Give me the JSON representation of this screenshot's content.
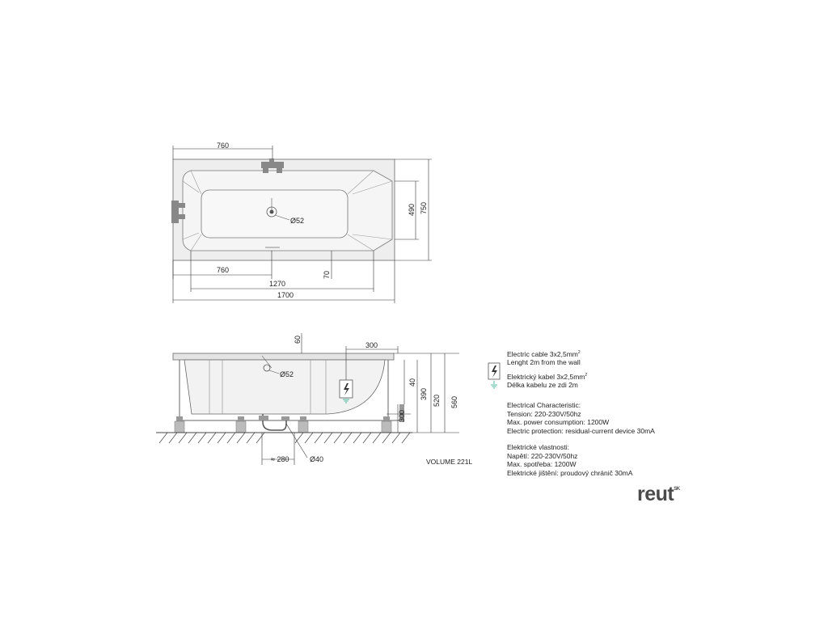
{
  "top_view": {
    "dim_760_top": "760",
    "dim_490": "490",
    "dim_750": "750",
    "drain_diameter": "Ø52",
    "dim_760_bottom": "760",
    "dim_70": "70",
    "dim_1270": "1270",
    "dim_1700": "1700"
  },
  "side_view": {
    "dim_60": "60",
    "dim_300_top": "300",
    "dim_40": "40",
    "dim_390": "390",
    "dim_520": "520",
    "dim_560": "560",
    "dim_300_side": "300",
    "drain_diameter": "Ø52",
    "dim_280": "≈ 280",
    "dim_40_pipe": "Ø40"
  },
  "model_name": "VOLUME 221L",
  "electric_cable": {
    "line1": "Electric cable 3x2,5mm",
    "line1_sup": "2",
    "line2": "Lenght 2m from the wall",
    "line3": "Elektrický kabel 3x2,5mm",
    "line3_sup": "2",
    "line4": "Délka kabelu ze zdi 2m"
  },
  "characteristics_en": {
    "heading": "Electrical Characteristic:",
    "tension": "Tension: 220-230V/50hz",
    "power": "Max. power consumption: 1200W",
    "protection": "Electric protection: residual-current device 30mA"
  },
  "characteristics_cz": {
    "heading": "Elektrické vlastnosti:",
    "tension": "Napětí: 220-230V/50hz",
    "power": "Max. spotřeba: 1200W",
    "protection": "Elektrické jištění: proudový chránič 30mA"
  },
  "logo": {
    "text": "reut",
    "sup": "SK"
  },
  "icons": [
    "lightning-bolt-icon",
    "ground-symbol-icon"
  ]
}
